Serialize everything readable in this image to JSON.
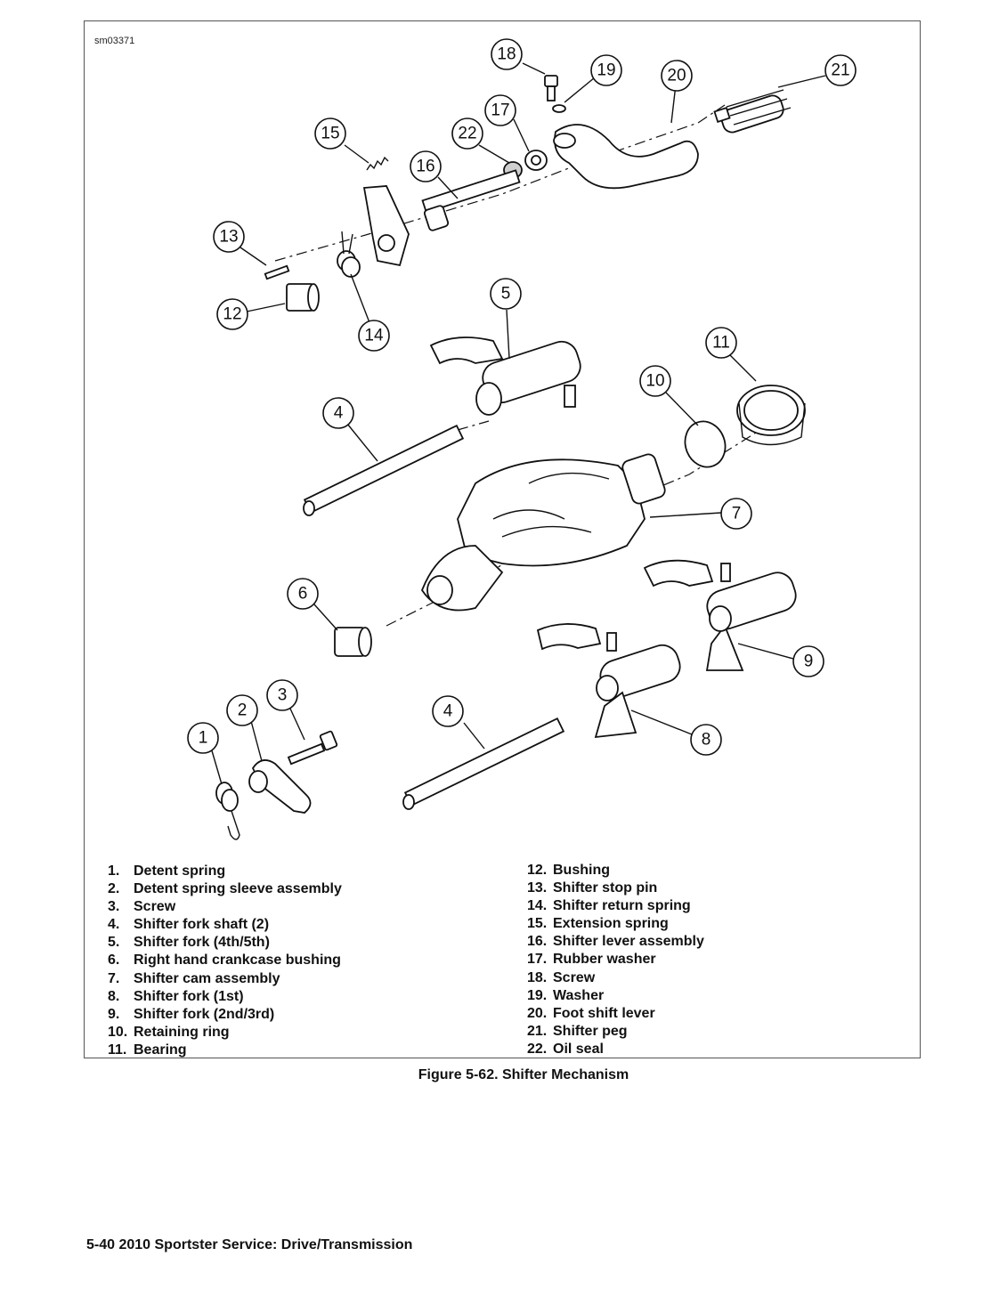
{
  "figure": {
    "id": "sm03371",
    "caption": "Figure 5-62. Shifter Mechanism",
    "callouts": [
      "18",
      "19",
      "20",
      "21",
      "17",
      "15",
      "22",
      "16",
      "13",
      "12",
      "14",
      "5",
      "11",
      "10",
      "4",
      "7",
      "6",
      "9",
      "3",
      "2",
      "1",
      "4",
      "8"
    ]
  },
  "legend": {
    "left": [
      {
        "num": "1.",
        "text": "Detent spring"
      },
      {
        "num": "2.",
        "text": "Detent spring sleeve assembly"
      },
      {
        "num": "3.",
        "text": "Screw"
      },
      {
        "num": "4.",
        "text": "Shifter fork shaft (2)"
      },
      {
        "num": "5.",
        "text": "Shifter fork (4th/5th)"
      },
      {
        "num": "6.",
        "text": "Right hand crankcase bushing"
      },
      {
        "num": "7.",
        "text": "Shifter cam assembly"
      },
      {
        "num": "8.",
        "text": "Shifter fork (1st)"
      },
      {
        "num": "9.",
        "text": "Shifter fork (2nd/3rd)"
      },
      {
        "num": "10.",
        "text": "Retaining ring"
      },
      {
        "num": "11.",
        "text": "Bearing"
      }
    ],
    "right": [
      {
        "num": "12.",
        "text": "Bushing"
      },
      {
        "num": "13.",
        "text": "Shifter stop pin"
      },
      {
        "num": "14.",
        "text": "Shifter return spring"
      },
      {
        "num": "15.",
        "text": "Extension spring"
      },
      {
        "num": "16.",
        "text": "Shifter lever assembly"
      },
      {
        "num": "17.",
        "text": "Rubber washer"
      },
      {
        "num": "18.",
        "text": "Screw"
      },
      {
        "num": "19.",
        "text": "Washer"
      },
      {
        "num": "20.",
        "text": "Foot shift lever"
      },
      {
        "num": "21.",
        "text": "Shifter peg"
      },
      {
        "num": "22.",
        "text": "Oil seal"
      }
    ]
  },
  "footer": {
    "text": "5-40  2010 Sportster Service: Drive/Transmission"
  }
}
